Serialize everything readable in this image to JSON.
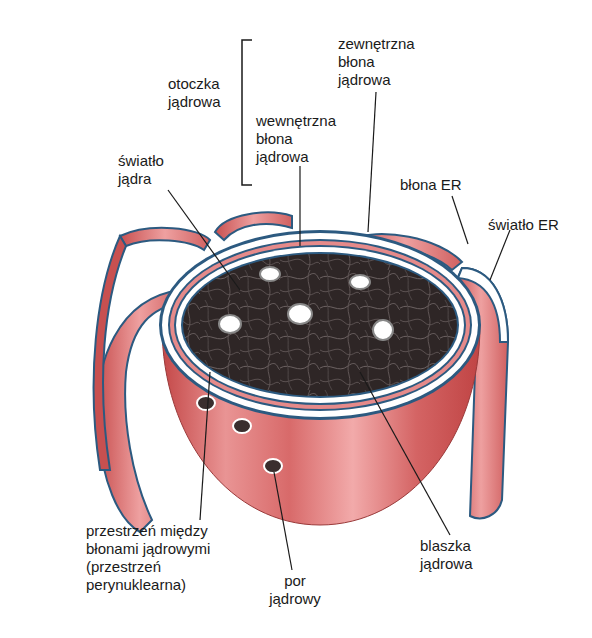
{
  "diagram": {
    "labels": [
      "zewnętrzna błona jądrowa",
      "otoczka jądrowa",
      "wewnętrzna błona jądrowa",
      "światło jądra",
      "błona ER",
      "światło ER",
      "przestrzeń między błonami jądrowymi (przestrzeń perynuklearna)",
      "blaszka jądrowa",
      "por jądrowy"
    ]
  }
}
